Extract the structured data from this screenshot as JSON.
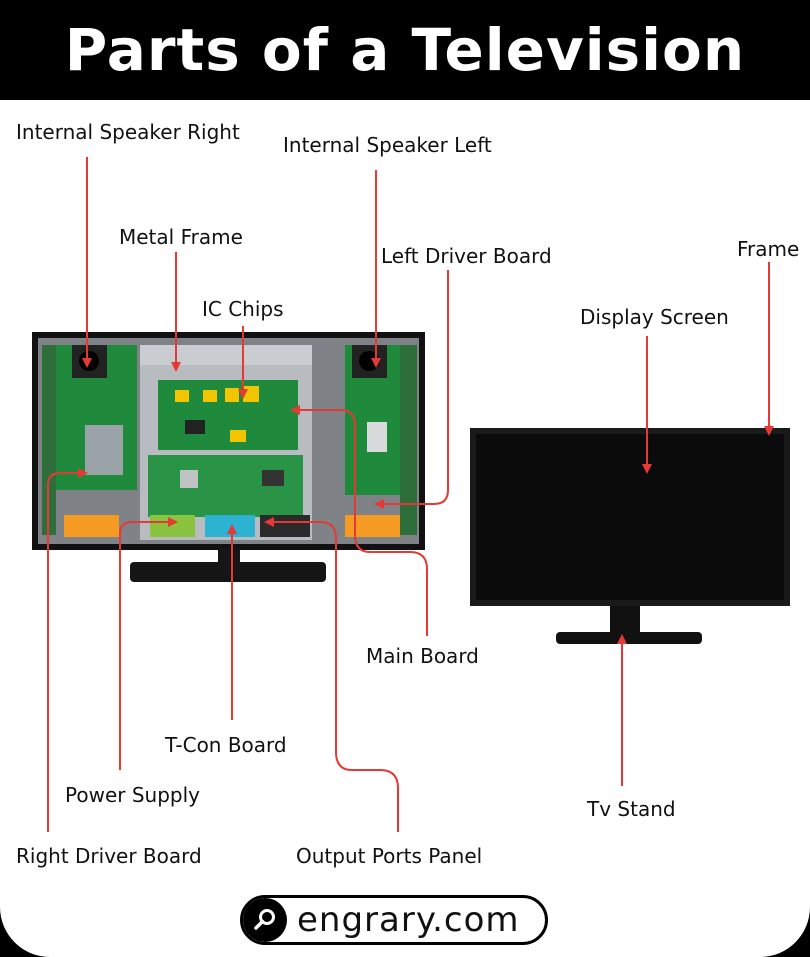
{
  "title": "Parts of a Television",
  "labels": {
    "internal_speaker_right": "Internal Speaker Right",
    "internal_speaker_left": "Internal Speaker Left",
    "metal_frame": "Metal Frame",
    "left_driver_board": "Left Driver Board",
    "frame": "Frame",
    "ic_chips": "IC Chips",
    "display_screen": "Display Screen",
    "main_board": "Main Board",
    "t_con_board": "T-Con Board",
    "power_supply": "Power Supply",
    "tv_stand": "Tv Stand",
    "right_driver_board": "Right Driver Board",
    "output_ports_panel": "Output Ports Panel"
  },
  "brand": {
    "text": "engrary.com",
    "icon": "search-icon"
  },
  "colors": {
    "leader": "#e53935",
    "board": "#1f8a3c",
    "screen": "#0b0b0b",
    "metal": "#b8bcc0"
  }
}
